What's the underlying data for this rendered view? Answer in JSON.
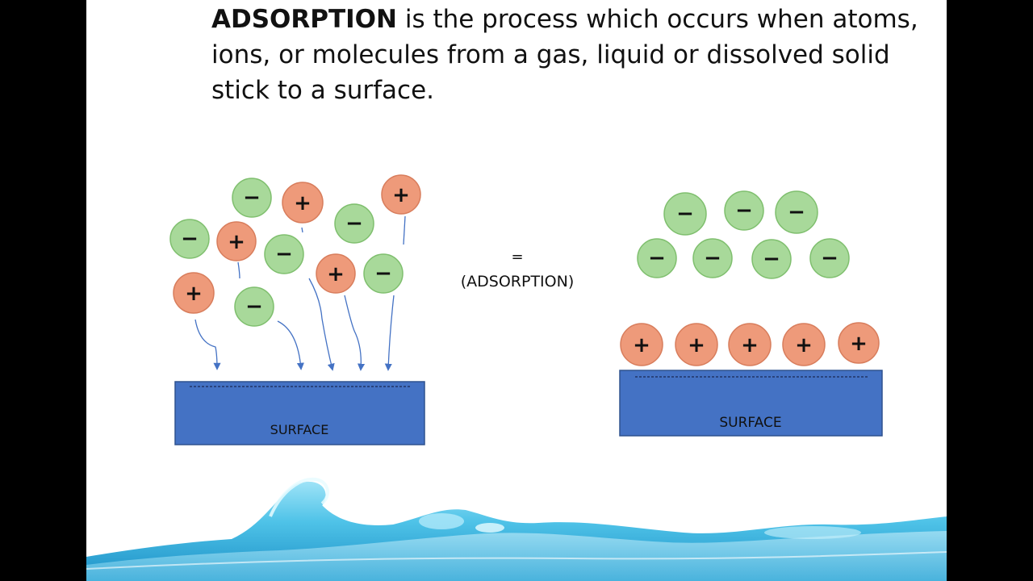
{
  "title": {
    "keyword": "ADSORPTION",
    "rest": " is the process which occurs when atoms, ions, or molecules from a gas, liquid or dissolved solid stick to a surface."
  },
  "equals": {
    "symbol": "=",
    "caption": "(ADSORPTION)"
  },
  "left_surface": {
    "label": "SURFACE"
  },
  "right_surface": {
    "label": "SURFACE"
  },
  "ion_symbols": {
    "negative": "−",
    "positive": "+"
  },
  "colors": {
    "negative_fill": "#a8d99a",
    "negative_stroke": "#7fbf6e",
    "positive_fill": "#ee9a7a",
    "positive_stroke": "#d87d5c",
    "surface": "#4472c4",
    "arrow": "#4472c4",
    "water": "#4fc3e8"
  }
}
